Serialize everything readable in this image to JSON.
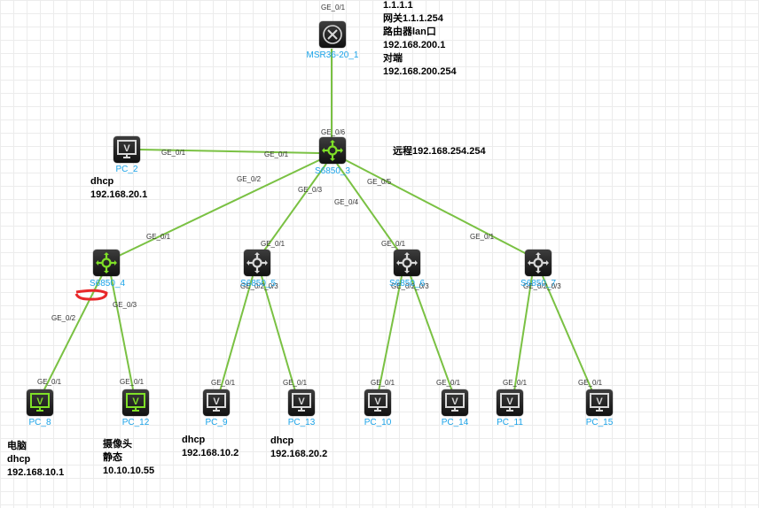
{
  "colors": {
    "link": "#7ac143",
    "label": "#1aa3e8",
    "active_icon": "#7fe027",
    "idle_icon": "#d8d8d8",
    "annotation": "#e8282a"
  },
  "nodes": {
    "router": {
      "name": "MSR36-20_1",
      "icon": "router-icon"
    },
    "core": {
      "name": "S6850_3",
      "icon": "switch-icon"
    },
    "sw4": {
      "name": "S6850_4",
      "icon": "switch-icon"
    },
    "sw5": {
      "name": "S6850_5",
      "icon": "switch-icon"
    },
    "sw6": {
      "name": "S6850_6",
      "icon": "switch-icon"
    },
    "sw7": {
      "name": "S6850_7",
      "icon": "switch-icon"
    },
    "pc2": {
      "name": "PC_2",
      "icon": "pc-icon"
    },
    "pc8": {
      "name": "PC_8",
      "icon": "pc-icon"
    },
    "pc12": {
      "name": "PC_12",
      "icon": "pc-icon"
    },
    "pc9": {
      "name": "PC_9",
      "icon": "pc-icon"
    },
    "pc13": {
      "name": "PC_13",
      "icon": "pc-icon"
    },
    "pc10": {
      "name": "PC_10",
      "icon": "pc-icon"
    },
    "pc14": {
      "name": "PC_14",
      "icon": "pc-icon"
    },
    "pc11": {
      "name": "PC_11",
      "icon": "pc-icon"
    },
    "pc15": {
      "name": "PC_15",
      "icon": "pc-icon"
    }
  },
  "ports": {
    "router_core_a": "GE_0/1",
    "router_core_b": "GE_0/6",
    "pc2_a": "GE_0/1",
    "pc2_b": "GE_0/1",
    "core_sw4_a": "GE_0/2",
    "core_sw4_b": "GE_0/1",
    "core_sw5_a": "GE_0/3",
    "core_sw5_b": "GE_0/1",
    "core_sw6_a": "GE_0/4",
    "core_sw6_b": "GE_0/1",
    "core_sw7_a": "GE_0/5",
    "core_sw7_b": "GE_0/1",
    "sw4_pc8": "GE_0/2",
    "sw4_pc12": "GE_0/3",
    "sw5_ports": "GE_0/2_0/3",
    "sw6_ports": "GE_0/2_0/3",
    "sw7_ports": "GE_0/2_0/3",
    "pc_port": "GE_0/1"
  },
  "notes": {
    "router": [
      "1.1.1.1",
      "网关1.1.1.254",
      "路由器lan口",
      "192.168.200.1",
      "对端",
      "192.168.200.254"
    ],
    "core": [
      "远程192.168.254.254"
    ],
    "pc2": [
      "dhcp",
      "192.168.20.1"
    ],
    "pc8": [
      "电脑",
      "dhcp",
      "192.168.10.1"
    ],
    "pc12": [
      "摄像头",
      "静态",
      "10.10.10.55"
    ],
    "pc9": [
      "dhcp",
      "192.168.10.2"
    ],
    "pc13": [
      "dhcp",
      "192.168.20.2"
    ]
  }
}
